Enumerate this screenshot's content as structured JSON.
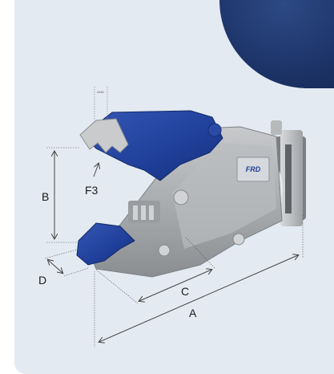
{
  "labels": {
    "A": "A",
    "B": "B",
    "C": "C",
    "D": "D",
    "F3": "F3",
    "tiny_top": "AND",
    "brand": "FRD"
  },
  "colors": {
    "background": "#e3eaf2",
    "accent_blob": "#1d3468",
    "jaw_blue": "#1f3f9a",
    "body_gray": "#a9acaf",
    "dimension_line": "#444444"
  },
  "icons": [
    "demolition-pulverizer-illustration",
    "dimension-arrow"
  ]
}
